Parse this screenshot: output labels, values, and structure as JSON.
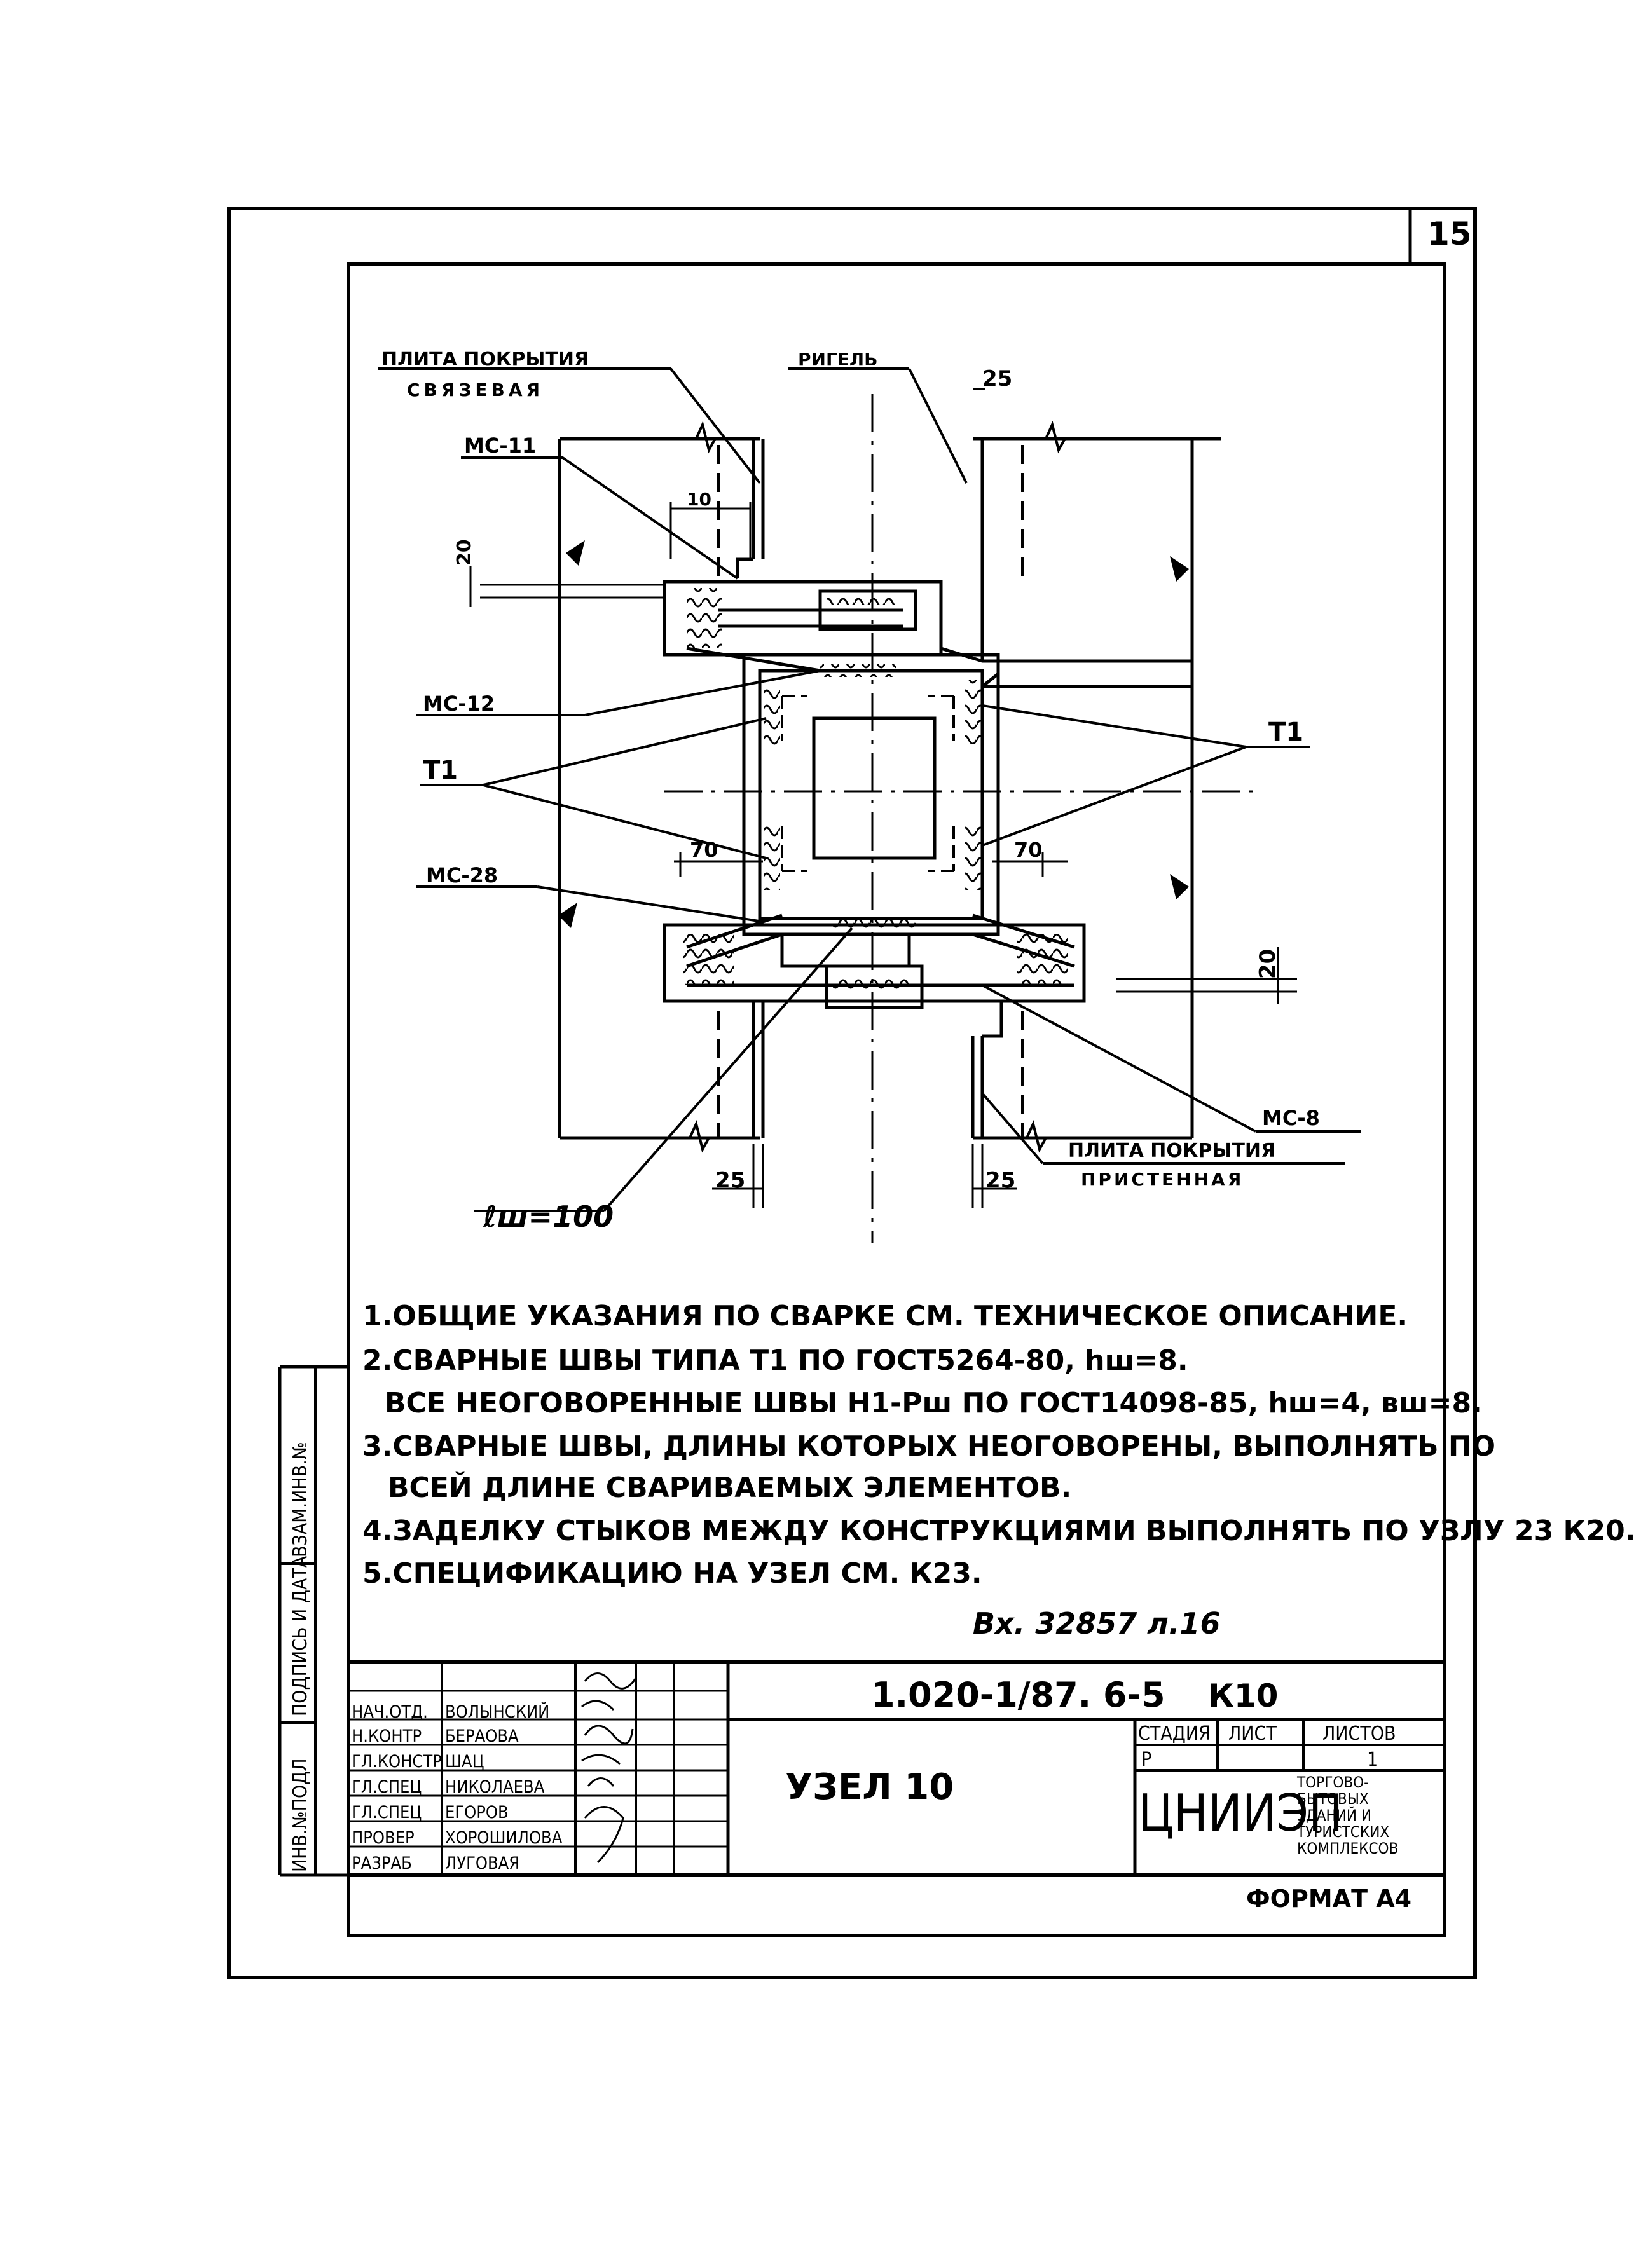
{
  "sheet_number": "15",
  "labels": {
    "plate_bracing": "ПЛИТА ПОКРЫТИЯ",
    "plate_bracing_sub": "СВЯЗЕВАЯ",
    "crossbar": "РИГЕЛЬ",
    "dim_25_top": "25",
    "mc11": "МС-11",
    "dim_10": "10",
    "dim_20_left": "20",
    "mc12": "МС-12",
    "t1_left": "Т1",
    "t1_right": "Т1",
    "mc28": "МС-28",
    "dim_70_left": "70",
    "dim_70_right": "70",
    "dim_20_right": "20",
    "mc8": "МС-8",
    "weld_len": "ℓш=100",
    "dim_25_bl": "25",
    "dim_25_br": "25",
    "plate_wall": "ПЛИТА ПОКРЫТИЯ",
    "plate_wall_sub": "ПРИСТЕННАЯ"
  },
  "notes": [
    "1.ОБЩИЕ УКАЗАНИЯ ПО СВАРКЕ СМ. ТЕХНИЧЕСКОЕ ОПИСАНИЕ.",
    "2.СВАРНЫЕ ШВЫ ТИПА Т1 ПО ГОСТ5264-80, hш=8.",
    "ВСЕ НЕОГОВОРЕННЫЕ ШВЫ Н1-Рш ПО ГОСТ14098-85, hш=4, вш=8.",
    "3.СВАРНЫЕ ШВЫ, ДЛИНЫ КОТОРЫХ НЕОГОВОРЕНЫ, ВЫПОЛНЯТЬ ПО",
    "ВСЕЙ ДЛИНЕ СВАРИВАЕМЫХ ЭЛЕМЕНТОВ.",
    "4.ЗАДЕЛКУ СТЫКОВ МЕЖДУ КОНСТРУКЦИЯМИ ВЫПОЛНЯТЬ ПО УЗЛУ 23 К20.",
    "5.СПЕЦИФИКАЦИЮ НА УЗЕЛ СМ. К23."
  ],
  "inv_ref": "Вх. 32857 л.16",
  "side_stamp": [
    "ИНВ.№ПОДЛ",
    "ПОДПИСЬ И ДАТА",
    "ВЗАМ.ИНВ.№"
  ],
  "title_block": {
    "doc_code": "1.020-1/87. 6-5",
    "doc_sheet": "К10",
    "title": "УЗЕЛ 10",
    "stage_header": "СТАДИЯ",
    "sheet_header": "ЛИСТ",
    "sheets_header": "ЛИСТОВ",
    "stage": "Р",
    "sheet": "",
    "sheets": "1",
    "org": "ЦНИИЭП",
    "org_sub": [
      "ТОРГОВО-",
      "БЫТОВЫХ",
      "ЗДАНИЙ И",
      "ТУРИСТСКИХ",
      "КОМПЛЕКСОВ"
    ],
    "roles": [
      {
        "role": "НАЧ.ОТД.",
        "name": "ВОЛЫНСКИЙ"
      },
      {
        "role": "Н.КОНТР",
        "name": "БЕРАОВА"
      },
      {
        "role": "ГЛ.КОНСТР",
        "name": "ШАЦ"
      },
      {
        "role": "ГЛ.СПЕЦ",
        "name": "НИКОЛАЕВА"
      },
      {
        "role": "ГЛ.СПЕЦ",
        "name": "ЕГОРОВ"
      },
      {
        "role": "ПРОВЕР",
        "name": "ХОРОШИЛОВА"
      },
      {
        "role": "РАЗРАБ",
        "name": "ЛУГОВАЯ"
      }
    ]
  },
  "format": "ФОРМАТ А4"
}
